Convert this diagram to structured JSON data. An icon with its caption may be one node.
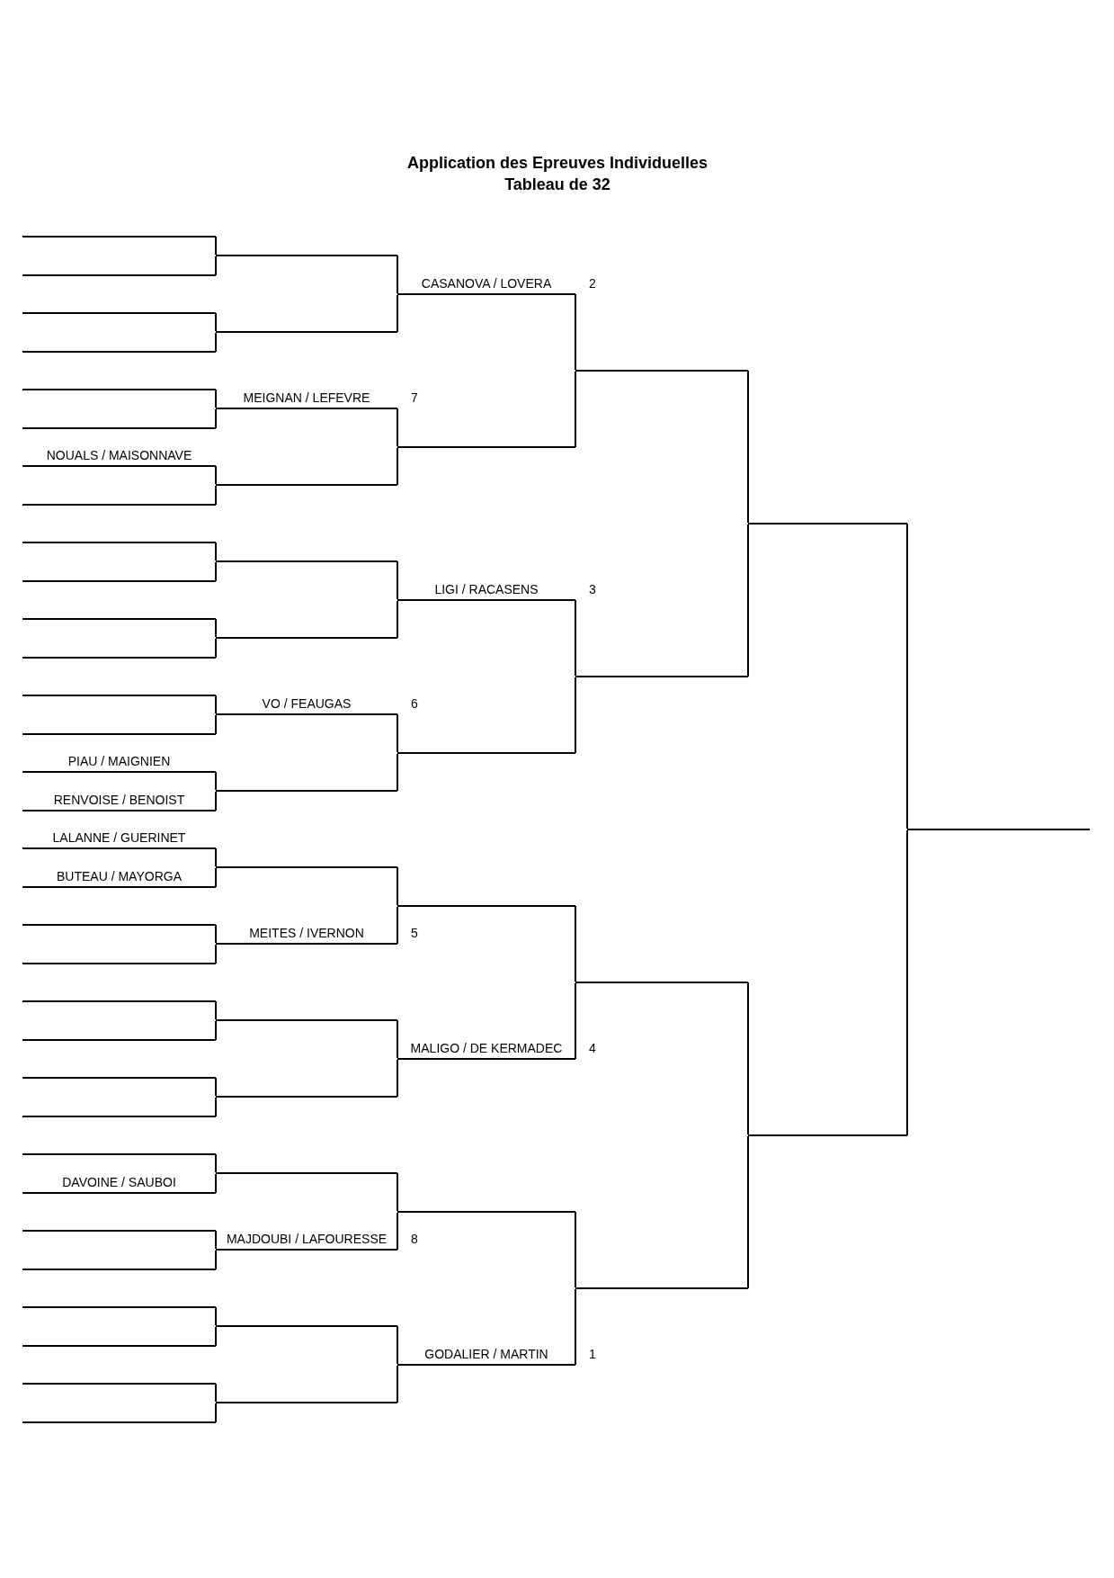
{
  "diagram": {
    "title": "Application des Epreuves Individuelles",
    "nodes": [
      {
        "text": [],
        "shape": "line"
      },
      {
        "text": [],
        "shape": "line"
      },
      {
        "text": [],
        "shape": "line"
      },
      {
        "text": [],
        "shape": "line"
      },
      {
        "text": [],
        "shape": "line"
      },
      {
        "text": [],
        "shape": "line"
      },
      {
        "text": [
          "NOUALS / MAISONNAVE"
        ]
      },
      {
        "text": [],
        "shape": "line"
      },
      {
        "text": [],
        "shape": "line"
      },
      {
        "text": [],
        "shape": "line"
      },
      {
        "text": [],
        "shape": "line"
      },
      {
        "text": [],
        "shape": "line"
      },
      {
        "text": [],
        "shape": "line"
      },
      {
        "text": [],
        "shape": "line"
      },
      {
        "text": [
          "PIAU / MAIGNIEN"
        ]
      },
      {
        "text": [
          "RENVOISE / BENOIST"
        ]
      },
      {
        "text": [
          "LALANNE / GUERINET"
        ]
      },
      {
        "text": [
          "BUTEAU / MAYORGA"
        ]
      },
      {
        "text": [],
        "shape": "line"
      },
      {
        "text": [],
        "shape": "line"
      },
      {
        "text": [],
        "shape": "line"
      },
      {
        "text": [],
        "shape": "line"
      },
      {
        "text": [],
        "shape": "line"
      },
      {
        "text": [],
        "shape": "line"
      },
      {
        "text": [],
        "shape": "line"
      },
      {
        "text": [
          "DAVOINE / SAUBOI"
        ]
      },
      {
        "text": [],
        "shape": "line"
      },
      {
        "text": [],
        "shape": "line"
      },
      {
        "text": [],
        "shape": "line"
      },
      {
        "text": [],
        "shape": "line"
      },
      {
        "text": [],
        "shape": "line"
      },
      {
        "text": [],
        "shape": "line"
      },
      {
        "text": [],
        "shape": "line"
      },
      {
        "text": [],
        "shape": "line"
      },
      {
        "text": [
          "MEIGNAN / LEFEVRE"
        ],
        "beside": [
          "7"
        ]
      },
      {
        "text": [],
        "shape": "line"
      },
      {
        "text": [],
        "shape": "line"
      },
      {
        "text": [],
        "shape": "line"
      },
      {
        "text": [
          "VO / FEAUGAS"
        ],
        "beside": [
          "6"
        ]
      },
      {
        "text": [],
        "shape": "line"
      },
      {
        "text": [],
        "shape": "line"
      },
      {
        "text": [
          "MEITES / IVERNON"
        ],
        "beside": [
          "5"
        ]
      },
      {
        "text": [],
        "shape": "line"
      },
      {
        "text": [],
        "shape": "line"
      },
      {
        "text": [],
        "shape": "line"
      },
      {
        "text": [
          "MAJDOUBI / LAFOURESSE"
        ],
        "beside": [
          "8"
        ]
      },
      {
        "text": [],
        "shape": "line"
      },
      {
        "text": [],
        "shape": "line"
      },
      {
        "text": [
          "CASANOVA / LOVERA"
        ],
        "beside": [
          "2"
        ]
      },
      {
        "text": [],
        "shape": "line"
      },
      {
        "text": [
          "LIGI / RACASENS"
        ],
        "beside": [
          "3"
        ]
      },
      {
        "text": [],
        "shape": "line"
      },
      {
        "text": [],
        "shape": "line"
      },
      {
        "text": [
          "MALIGO / DE KERMADEC"
        ],
        "beside": [
          "4"
        ]
      },
      {
        "text": [],
        "shape": "line"
      },
      {
        "text": [
          "GODALIER / MARTIN"
        ],
        "beside": [
          "1"
        ]
      },
      {
        "text": [],
        "shape": "line"
      },
      {
        "text": [],
        "shape": "line"
      },
      {
        "text": [],
        "shape": "line"
      },
      {
        "text": [],
        "shape": "line"
      },
      {
        "text": [],
        "shape": "line"
      },
      {
        "text": [],
        "shape": "line"
      },
      {
        "text": [],
        "shape": "line"
      }
    ],
    "edges": [
      {
        "from": 0,
        "to": 32,
        "arrow": "none"
      },
      {
        "from": 1,
        "to": 32,
        "arrow": "none"
      },
      {
        "from": 2,
        "to": 33,
        "arrow": "none"
      },
      {
        "from": 3,
        "to": 33,
        "arrow": "none"
      },
      {
        "from": 4,
        "to": 34,
        "arrow": "none"
      },
      {
        "from": 5,
        "to": 34,
        "arrow": "none"
      },
      {
        "from": 6,
        "to": 35,
        "arrow": "none"
      },
      {
        "from": 7,
        "to": 35,
        "arrow": "none"
      },
      {
        "from": 8,
        "to": 36,
        "arrow": "none"
      },
      {
        "from": 9,
        "to": 36,
        "arrow": "none"
      },
      {
        "from": 10,
        "to": 37,
        "arrow": "none"
      },
      {
        "from": 11,
        "to": 37,
        "arrow": "none"
      },
      {
        "from": 12,
        "to": 38,
        "arrow": "none"
      },
      {
        "from": 13,
        "to": 38,
        "arrow": "none"
      },
      {
        "from": 14,
        "to": 39,
        "arrow": "none"
      },
      {
        "from": 15,
        "to": 39,
        "arrow": "none"
      },
      {
        "from": 16,
        "to": 40,
        "arrow": "none"
      },
      {
        "from": 17,
        "to": 40,
        "arrow": "none"
      },
      {
        "from": 18,
        "to": 41,
        "arrow": "none"
      },
      {
        "from": 19,
        "to": 41,
        "arrow": "none"
      },
      {
        "from": 20,
        "to": 42,
        "arrow": "none"
      },
      {
        "from": 21,
        "to": 42,
        "arrow": "none"
      },
      {
        "from": 22,
        "to": 43,
        "arrow": "none"
      },
      {
        "from": 23,
        "to": 43,
        "arrow": "none"
      },
      {
        "from": 24,
        "to": 44,
        "arrow": "none"
      },
      {
        "from": 25,
        "to": 44,
        "arrow": "none"
      },
      {
        "from": 26,
        "to": 45,
        "arrow": "none"
      },
      {
        "from": 27,
        "to": 45,
        "arrow": "none"
      },
      {
        "from": 28,
        "to": 46,
        "arrow": "none"
      },
      {
        "from": 29,
        "to": 46,
        "arrow": "none"
      },
      {
        "from": 30,
        "to": 47,
        "arrow": "none"
      },
      {
        "from": 31,
        "to": 47,
        "arrow": "none"
      },
      {
        "from": 32,
        "to": 48,
        "arrow": "none"
      },
      {
        "from": 33,
        "to": 48,
        "arrow": "none"
      },
      {
        "from": 34,
        "to": 49,
        "arrow": "none"
      },
      {
        "from": 35,
        "to": 49,
        "arrow": "none"
      },
      {
        "from": 36,
        "to": 50,
        "arrow": "none"
      },
      {
        "from": 37,
        "to": 50,
        "arrow": "none"
      },
      {
        "from": 38,
        "to": 51,
        "arrow": "none"
      },
      {
        "from": 39,
        "to": 51,
        "arrow": "none"
      },
      {
        "from": 40,
        "to": 52,
        "arrow": "none"
      },
      {
        "from": 41,
        "to": 52,
        "arrow": "none"
      },
      {
        "from": 42,
        "to": 53,
        "arrow": "none"
      },
      {
        "from": 43,
        "to": 53,
        "arrow": "none"
      },
      {
        "from": 44,
        "to": 54,
        "arrow": "none"
      },
      {
        "from": 45,
        "to": 54,
        "arrow": "none"
      },
      {
        "from": 46,
        "to": 55,
        "arrow": "none"
      },
      {
        "from": 47,
        "to": 55,
        "arrow": "none"
      },
      {
        "from": 48,
        "to": 56,
        "arrow": "none"
      },
      {
        "from": 49,
        "to": 56,
        "arrow": "none"
      },
      {
        "from": 50,
        "to": 57,
        "arrow": "none"
      },
      {
        "from": 51,
        "to": 57,
        "arrow": "none"
      },
      {
        "from": 52,
        "to": 58,
        "arrow": "none"
      },
      {
        "from": 53,
        "to": 58,
        "arrow": "none"
      },
      {
        "from": 54,
        "to": 59,
        "arrow": "none"
      },
      {
        "from": 55,
        "to": 59,
        "arrow": "none"
      },
      {
        "from": 56,
        "to": 60,
        "arrow": "none"
      },
      {
        "from": 57,
        "to": 60,
        "arrow": "none"
      },
      {
        "from": 58,
        "to": 61,
        "arrow": "none"
      },
      {
        "from": 59,
        "to": 61,
        "arrow": "none"
      },
      {
        "from": 60,
        "to": 62,
        "arrow": "none"
      },
      {
        "from": 61,
        "to": 62,
        "arrow": "none"
      }
    ],
    "labels": [
      "Tableau de 32"
    ]
  }
}
